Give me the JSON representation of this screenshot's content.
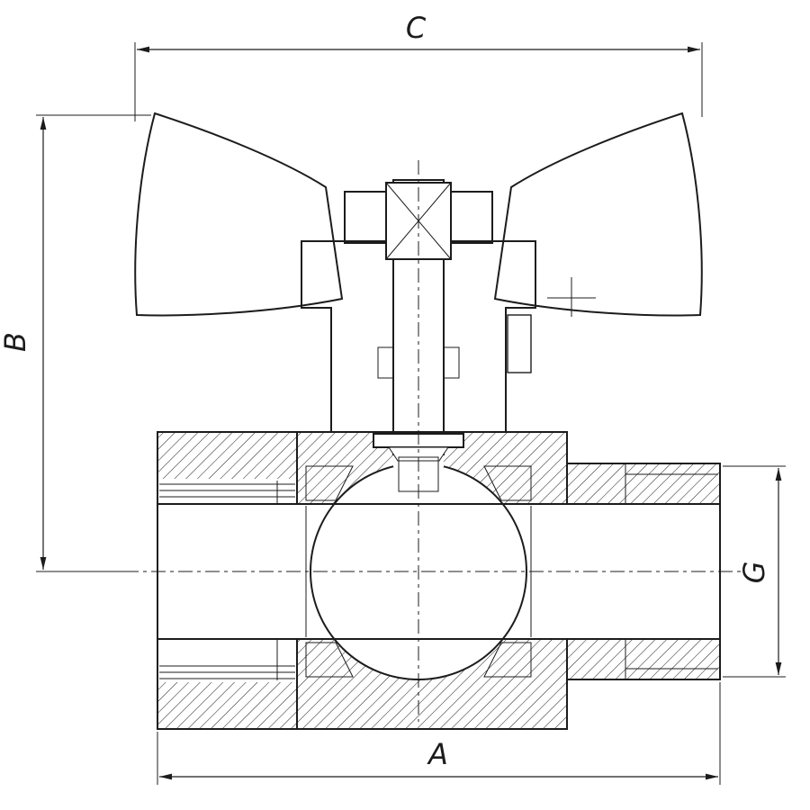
{
  "page": {
    "background": "#ffffff"
  },
  "drawing": {
    "kind": "engineering-cross-section",
    "subject": "ball valve with butterfly handle, sectional view with dimension callouts",
    "line_color": "#1c1c1c",
    "dimension_labels": {
      "top_width": "C",
      "left_height": "B",
      "bottom_width": "A",
      "right_port": "G"
    }
  }
}
